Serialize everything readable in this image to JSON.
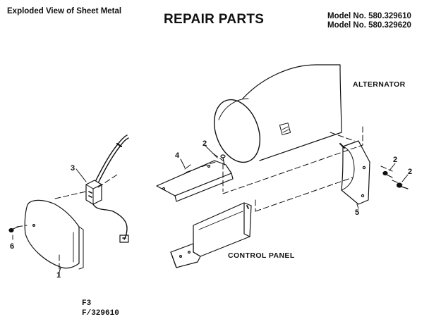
{
  "header": {
    "left_caption": "Exploded View of Sheet Metal",
    "title": "REPAIR PARTS",
    "model_line_1": "Model No. 580.329610",
    "model_line_2": "Model No. 580.329620"
  },
  "part_labels": {
    "alternator": "ALTERNATOR",
    "control_panel": "CONTROL PANEL"
  },
  "callouts": {
    "c1": "1",
    "c2a": "2",
    "c2b": "2",
    "c2c": "2",
    "c3": "3",
    "c4": "4",
    "c5": "5",
    "c6": "6"
  },
  "footer": {
    "line_1": "F3",
    "line_2": "F/329610"
  },
  "colors": {
    "ink": "#111111",
    "paper": "#ffffff"
  }
}
